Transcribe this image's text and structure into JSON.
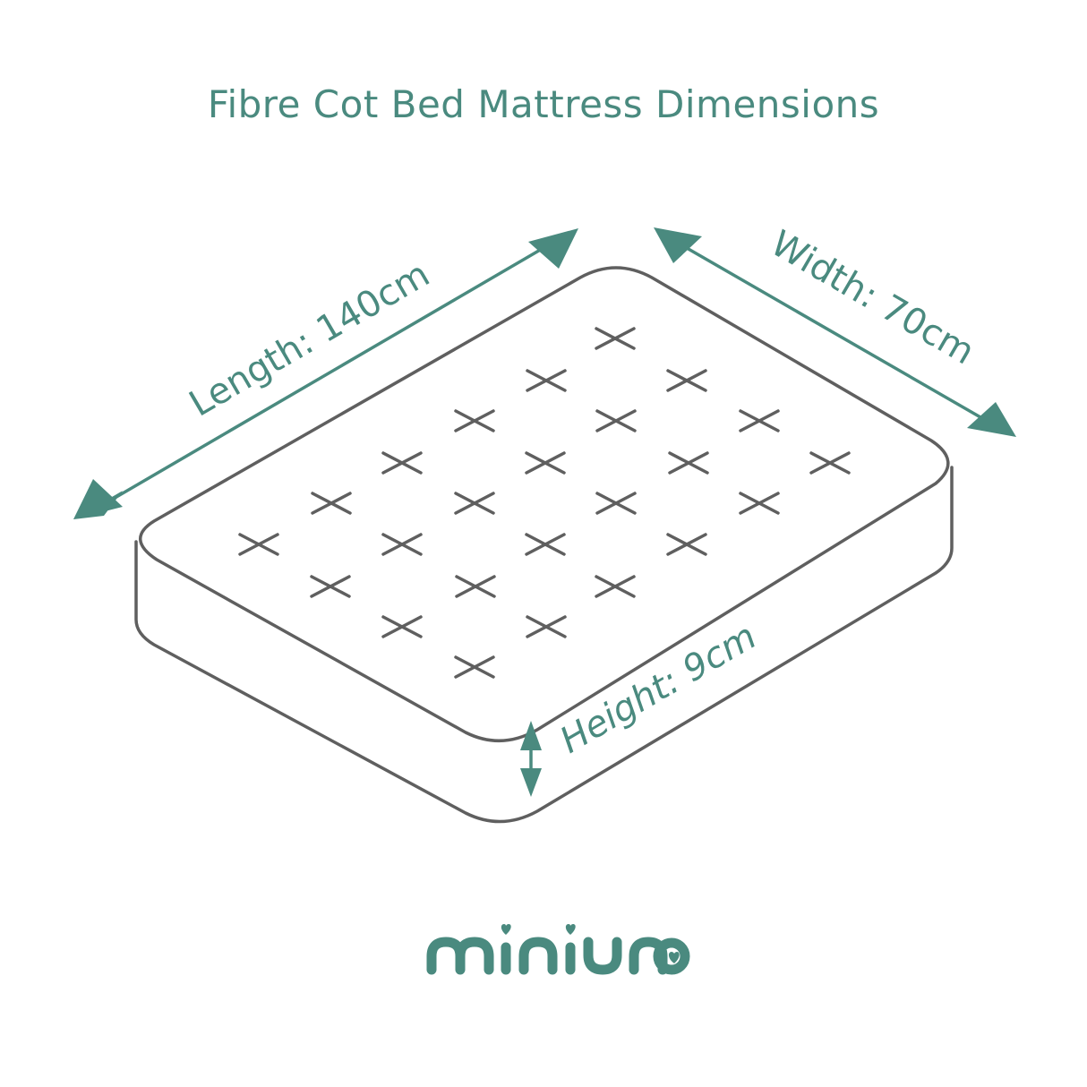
{
  "title": "Fibre Cot Bed Mattress Dimensions",
  "dimensions": {
    "length": {
      "label": "Length: 140cm",
      "value": 140,
      "unit": "cm"
    },
    "width": {
      "label": "Width: 70cm",
      "value": 70,
      "unit": "cm"
    },
    "height": {
      "label": "Height: 9cm",
      "value": 9,
      "unit": "cm"
    }
  },
  "brand": {
    "name": "miniuno"
  },
  "colors": {
    "accent": "#4a8a7f",
    "outline": "#5f5f5f",
    "background": "#ffffff"
  },
  "quilting_marks": [
    [
      687,
      378
    ],
    [
      610,
      425
    ],
    [
      767,
      425
    ],
    [
      530,
      470
    ],
    [
      688,
      470
    ],
    [
      848,
      470
    ],
    [
      449,
      517
    ],
    [
      609,
      517
    ],
    [
      769,
      517
    ],
    [
      927,
      517
    ],
    [
      370,
      562
    ],
    [
      530,
      562
    ],
    [
      688,
      562
    ],
    [
      848,
      562
    ],
    [
      289,
      608
    ],
    [
      449,
      608
    ],
    [
      609,
      608
    ],
    [
      767,
      608
    ],
    [
      369,
      655
    ],
    [
      531,
      655
    ],
    [
      687,
      655
    ],
    [
      449,
      700
    ],
    [
      610,
      700
    ],
    [
      530,
      745
    ]
  ]
}
